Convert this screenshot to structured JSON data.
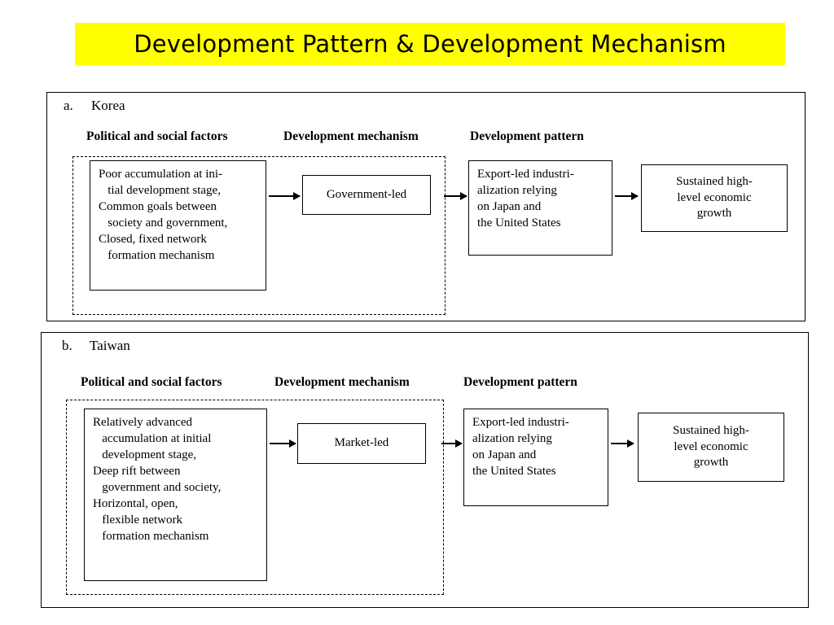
{
  "title": "Development Pattern & Development Mechanism",
  "title_bg": "#FFFF00",
  "panels": [
    {
      "id": "korea",
      "letter": "a.",
      "name": "Korea",
      "headers": [
        "Political and social factors",
        "Development mechanism",
        "Development pattern"
      ],
      "factors_box": [
        "Poor accumulation at ini-",
        "   tial development stage,",
        "Common goals between",
        "   society and government,",
        "Closed, fixed network",
        "   formation mechanism"
      ],
      "mechanism_box": [
        "Government-led"
      ],
      "pattern_box": [
        "Export-led industri-",
        "alization relying",
        "on Japan and",
        "the United States"
      ],
      "result_box": [
        "Sustained high-",
        "level economic",
        "growth"
      ]
    },
    {
      "id": "taiwan",
      "letter": "b.",
      "name": "Taiwan",
      "headers": [
        "Political and social factors",
        "Development mechanism",
        "Development pattern"
      ],
      "factors_box": [
        "Relatively advanced",
        "   accumulation at initial",
        "   development stage,",
        "Deep rift between",
        "   government and society,",
        "Horizontal, open,",
        "   flexible network",
        "   formation mechanism"
      ],
      "mechanism_box": [
        "Market-led"
      ],
      "pattern_box": [
        "Export-led industri-",
        "alization relying",
        "on Japan and",
        "the United States"
      ],
      "result_box": [
        "Sustained high-",
        "level economic",
        "growth"
      ]
    }
  ]
}
